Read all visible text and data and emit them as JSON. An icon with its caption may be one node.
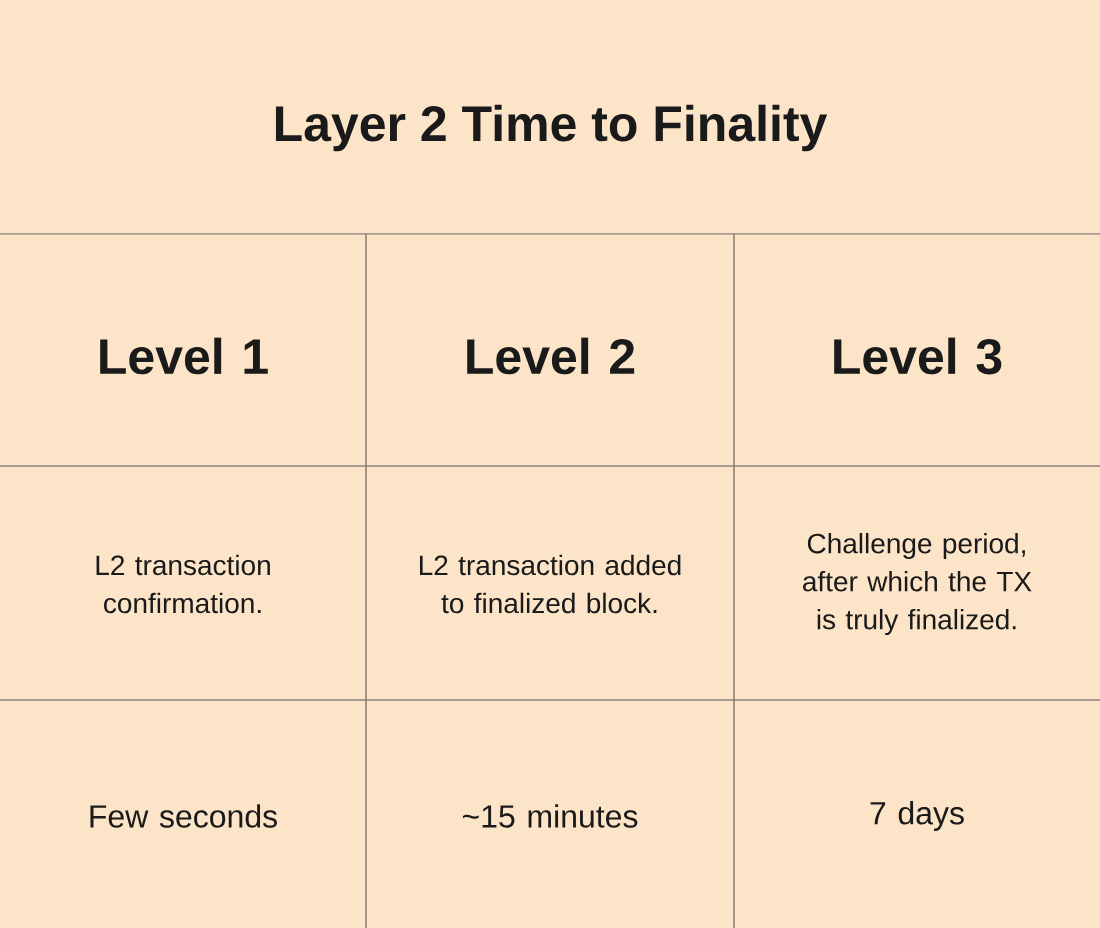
{
  "diagram": {
    "title": "Layer 2 Time to Finality",
    "labels": [
      "Level 1",
      "Level 2",
      "Level 3",
      "L2 transaction confirmation.",
      "L2 transaction added to finalized block.",
      "Challenge period, after which the TX is truly finalized.",
      "Few seconds",
      "~15 minutes",
      "7 days"
    ]
  }
}
